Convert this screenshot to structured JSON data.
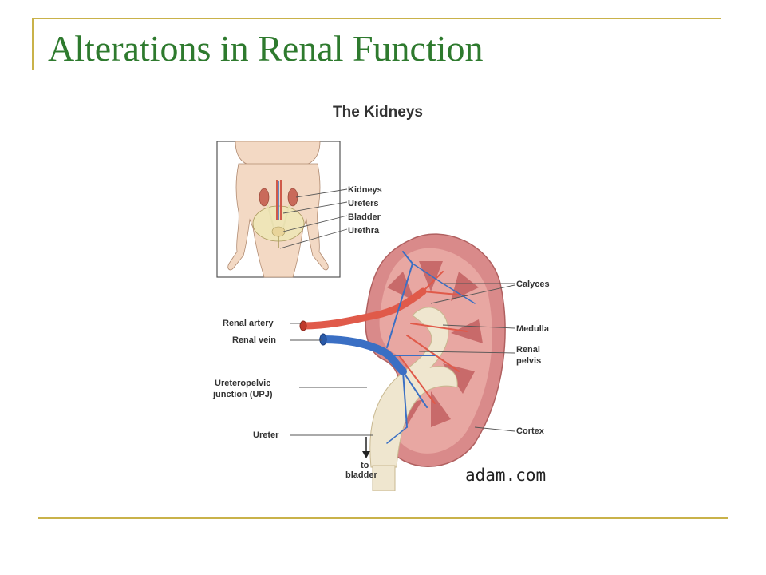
{
  "slide": {
    "title": "Alterations in Renal Function"
  },
  "figure": {
    "heading": "The Kidneys",
    "inset_labels": [
      "Kidneys",
      "Ureters",
      "Bladder",
      "Urethra"
    ],
    "left_labels": [
      "Renal artery",
      "Renal vein",
      "Ureteropelvic",
      "junction (UPJ)",
      "Ureter"
    ],
    "right_labels": [
      "Calyces",
      "Medulla",
      "Renal",
      "pelvis",
      "Cortex"
    ],
    "arrow_labels": [
      "to",
      "bladder"
    ],
    "credit": "adam.com"
  },
  "colors": {
    "frame": "#c9b24a",
    "title": "#2e7a2e",
    "kidney": "#d98a8a",
    "artery": "#e05a4a",
    "vein": "#3a6fc4",
    "pelvis": "#efe6cf"
  }
}
